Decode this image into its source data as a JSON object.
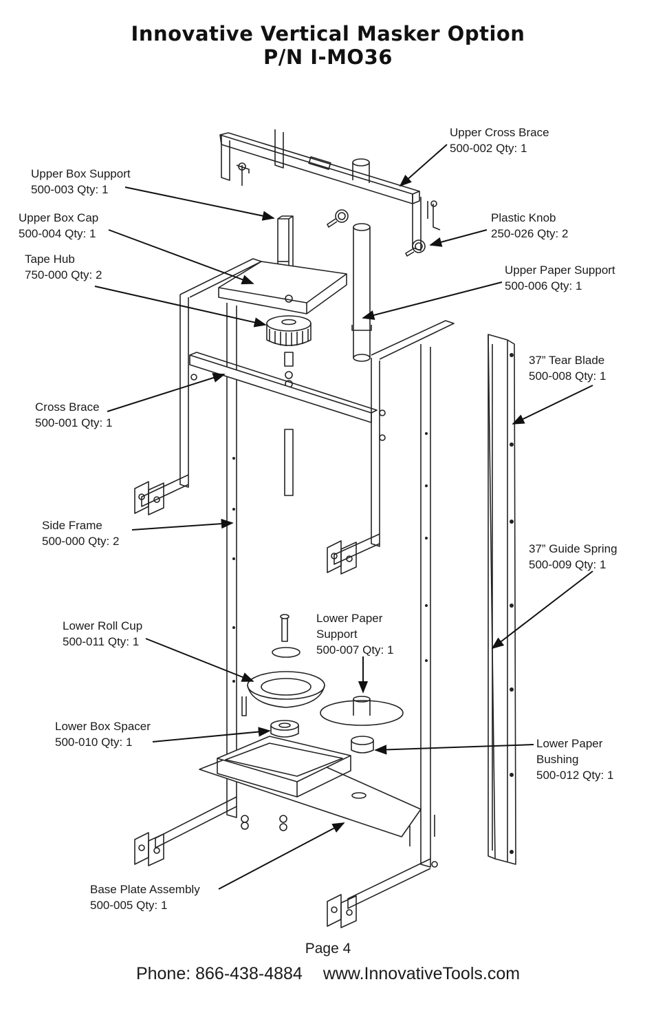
{
  "title": {
    "line1": "Innovative Vertical Masker Option",
    "line2": "P/N  I-MO36"
  },
  "parts": [
    {
      "name": "Upper Cross Brace",
      "detail": "500-002 Qty: 1"
    },
    {
      "name": "Upper Box Support",
      "detail": "500-003 Qty: 1"
    },
    {
      "name": "Upper Box Cap",
      "detail": "500-004 Qty: 1"
    },
    {
      "name": "Plastic Knob",
      "detail": "250-026 Qty: 2"
    },
    {
      "name": "Tape Hub",
      "detail": "750-000 Qty: 2"
    },
    {
      "name": "Upper Paper Support",
      "detail": "500-006 Qty: 1"
    },
    {
      "name": "37” Tear Blade",
      "detail": "500-008 Qty: 1"
    },
    {
      "name": "Cross Brace",
      "detail": "500-001 Qty: 1"
    },
    {
      "name": "Side Frame",
      "detail": "500-000 Qty: 2"
    },
    {
      "name": "37” Guide Spring",
      "detail": "500-009 Qty: 1"
    },
    {
      "name": "Lower Paper",
      "name2": "Support",
      "detail": "500-007 Qty: 1"
    },
    {
      "name": "Lower Roll Cup",
      "detail": "500-011 Qty: 1"
    },
    {
      "name": "Lower Box Spacer",
      "detail": "500-010 Qty: 1"
    },
    {
      "name": "Lower Paper",
      "name2": "Bushing",
      "detail": "500-012 Qty: 1"
    },
    {
      "name": "Base Plate Assembly",
      "detail": "500-005 Qty: 1"
    }
  ],
  "footer": {
    "page": "Page 4",
    "phone": "Phone: 866-438-4884",
    "website": "www.InnovativeTools.com"
  }
}
